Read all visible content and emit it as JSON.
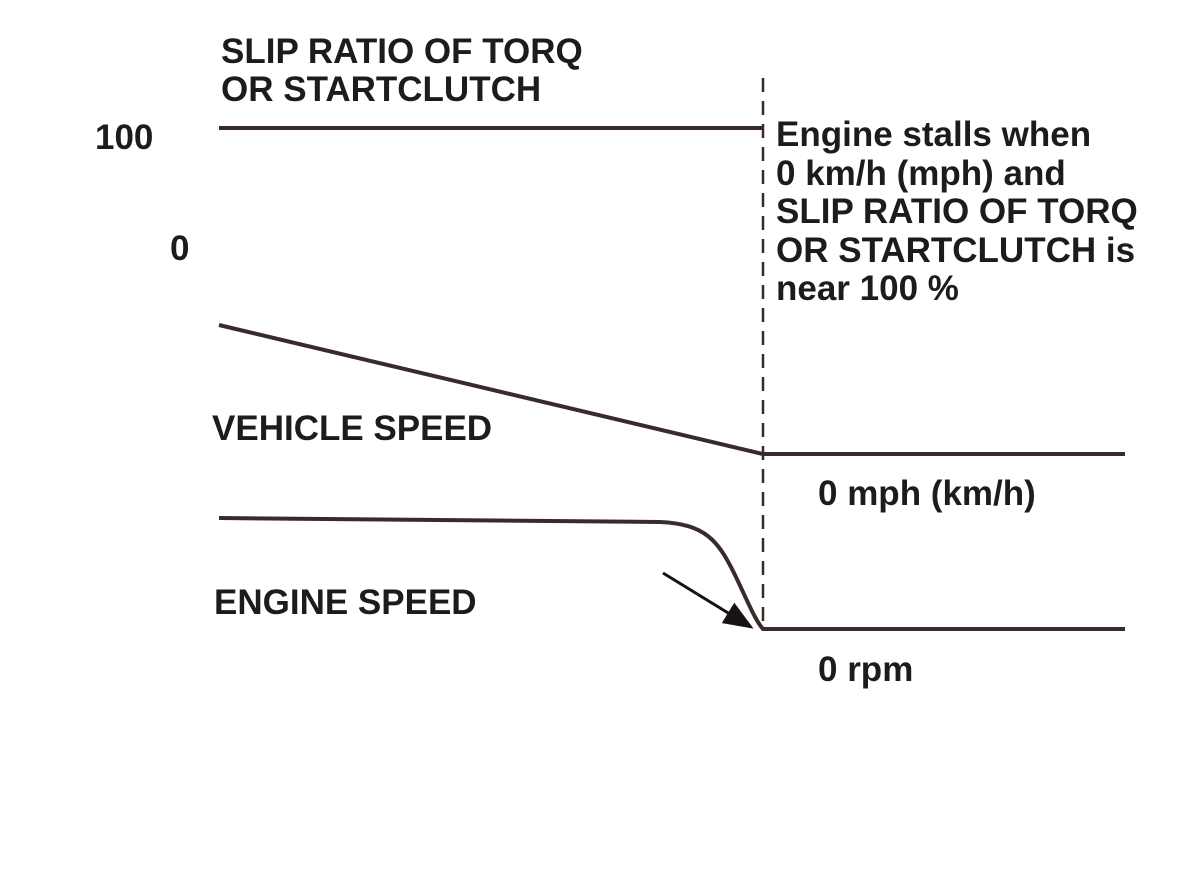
{
  "slip_ratio": {
    "title": "SLIP RATIO OF TORQ\nOR STARTCLUTCH",
    "upper_value": "100",
    "lower_value": "0"
  },
  "annotation": {
    "stall_note": "Engine stalls when\n0 km/h (mph) and\nSLIP RATIO OF TORQ\nOR STARTCLUTCH is\nnear 100 %"
  },
  "vehicle_speed": {
    "label": "VEHICLE SPEED",
    "end_value": "0 mph (km/h)"
  },
  "engine_speed": {
    "label": "ENGINE SPEED",
    "end_value": "0 rpm"
  },
  "colors": {
    "line": "#3a2b2b",
    "text": "#1c1c1c",
    "background": "#ffffff"
  }
}
